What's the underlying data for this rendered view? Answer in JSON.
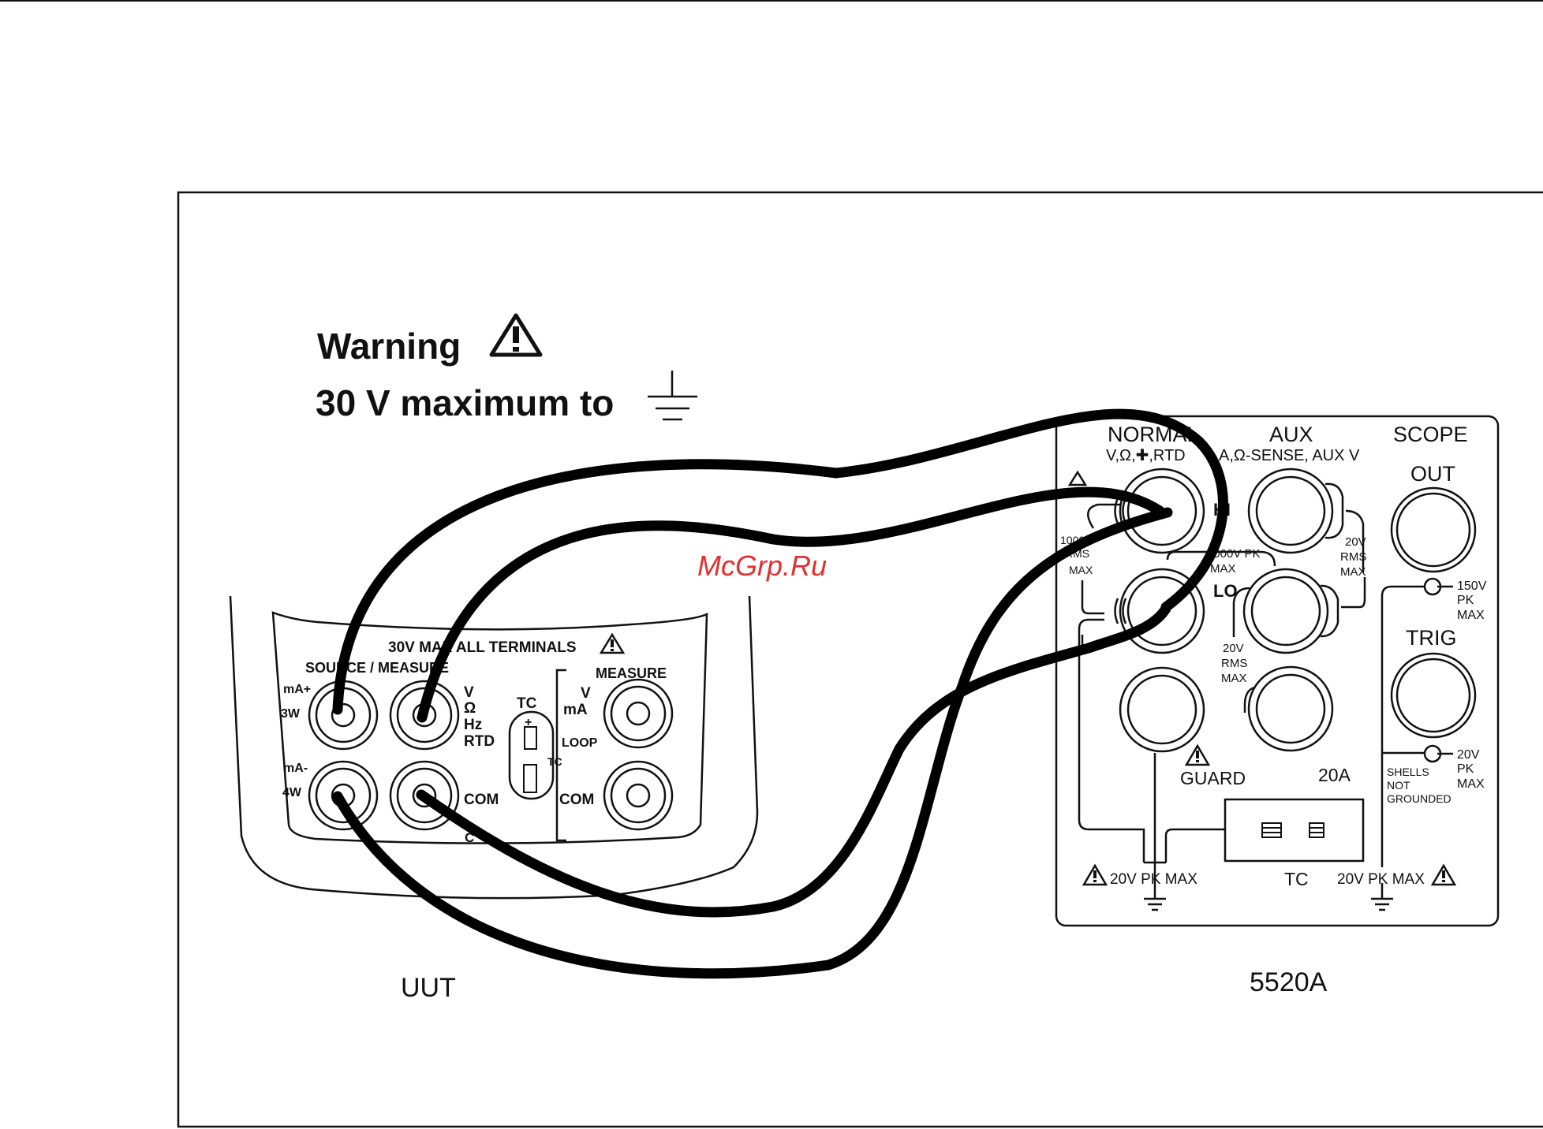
{
  "warning": {
    "title": "Warning",
    "limit": "30 V maximum to"
  },
  "uut": {
    "label": "UUT",
    "top_label": "30V MAX ALL TERMINALS",
    "group_source": "SOURCE / MEASURE",
    "ma_plus": "mA+",
    "w3": "3W",
    "ma_minus": "mA-",
    "w4": "4W",
    "v": "V",
    "ohm": "Ω",
    "hz": "Hz",
    "rtd": "RTD",
    "com": "COM",
    "com_clip": "C",
    "tc_title": "TC",
    "tc_plus": "+",
    "tc_side": "TC",
    "measure": "MEASURE",
    "m_v": "V",
    "m_ma": "mA",
    "loop": "LOOP",
    "m_com": "COM"
  },
  "calibrator": {
    "label": "5520A",
    "normal": "NORMAL",
    "normal_funcs": "V,Ω,✚,RTD",
    "aux": "AUX",
    "aux_funcs": "A,Ω-SENSE, AUX V",
    "scope": "SCOPE",
    "out": "OUT",
    "hi": "HI",
    "lo": "LO",
    "v1000": "1000V",
    "rms": "RMS",
    "max": "MAX",
    "v1000pk": "1000V PK",
    "pk_max": "MAX",
    "aux20_v": "20V",
    "aux20_rms": "RMS",
    "aux20_max": "MAX",
    "aux20b_v": "20V",
    "aux20b_rms": "RMS",
    "aux20b_max": "MAX",
    "scope150_v": "150V",
    "scope150_pk": "PK",
    "scope150_max": "MAX",
    "trig": "TRIG",
    "trig20_v": "20V",
    "trig20_pk": "PK",
    "trig20_max": "MAX",
    "shells1": "SHELLS",
    "shells2": "NOT",
    "shells3": "GROUNDED",
    "guard": "GUARD",
    "a20": "20A",
    "tc": "TC",
    "pk_left": "20V PK MAX",
    "pk_right": "20V PK MAX"
  },
  "watermark": "McGrp.Ru"
}
